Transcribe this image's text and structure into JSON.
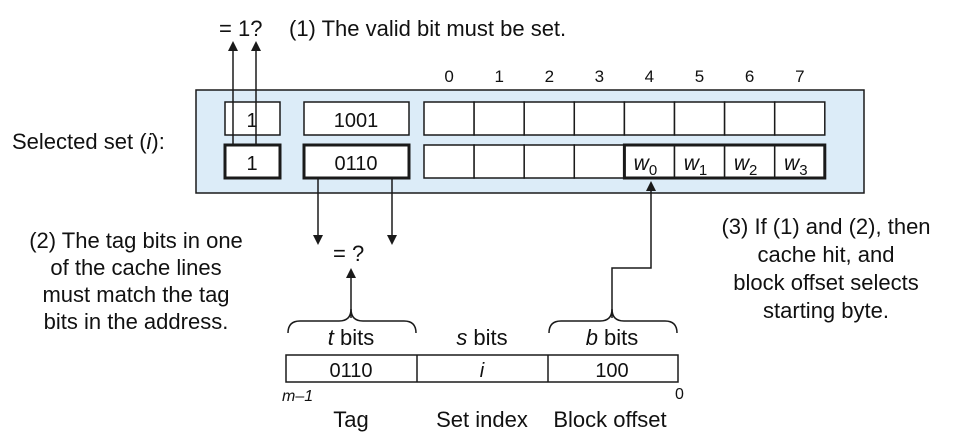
{
  "colors": {
    "set_fill": "#dcecf8",
    "stroke": "#1a1a1a"
  },
  "top": {
    "valid_question": "= 1?",
    "note1": "(1) The valid bit must be set."
  },
  "set_label": {
    "prefix": "Selected set (",
    "var": "i",
    "suffix": "):"
  },
  "byte_indices": [
    "0",
    "1",
    "2",
    "3",
    "4",
    "5",
    "6",
    "7"
  ],
  "lines": [
    {
      "valid": "1",
      "tag": "1001"
    },
    {
      "valid": "1",
      "tag": "0110"
    }
  ],
  "words": [
    {
      "base": "w",
      "sub": "0"
    },
    {
      "base": "w",
      "sub": "1"
    },
    {
      "base": "w",
      "sub": "2"
    },
    {
      "base": "w",
      "sub": "3"
    }
  ],
  "tag_compare": "= ?",
  "note2": [
    "(2) The tag bits in one",
    "of the cache lines",
    "must match the tag",
    "bits in the address."
  ],
  "note3": [
    "(3) If (1) and (2), then",
    "cache hit, and",
    "block offset selects",
    "starting byte."
  ],
  "address": {
    "t_bits_var": "t",
    "s_bits_var": "s",
    "b_bits_var": "b",
    "bits_word": " bits",
    "tag_value": "0110",
    "set_value": "i",
    "offset_value": "100",
    "msb_label": "m–1",
    "lsb_label": "0",
    "field_tag": "Tag",
    "field_set": "Set index",
    "field_offset": "Block offset"
  }
}
